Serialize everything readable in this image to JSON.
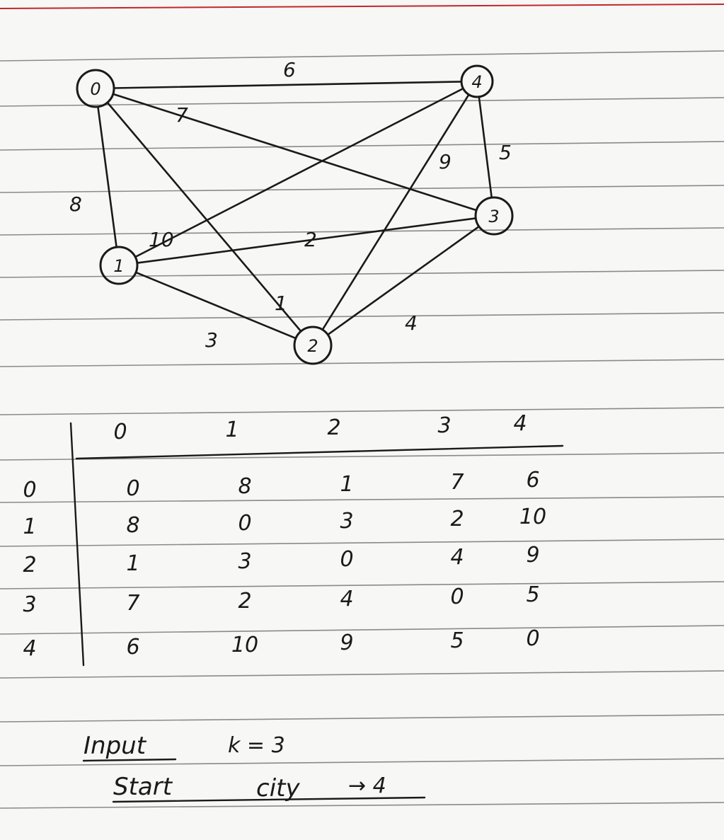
{
  "graph": {
    "nodes": [
      {
        "id": "0",
        "label": "0"
      },
      {
        "id": "1",
        "label": "1"
      },
      {
        "id": "2",
        "label": "2"
      },
      {
        "id": "3",
        "label": "3"
      },
      {
        "id": "4",
        "label": "4"
      }
    ],
    "edges": [
      {
        "from": "0",
        "to": "4",
        "weight": "6"
      },
      {
        "from": "0",
        "to": "3",
        "weight": "7"
      },
      {
        "from": "0",
        "to": "1",
        "weight": "8"
      },
      {
        "from": "0",
        "to": "2",
        "weight": "1"
      },
      {
        "from": "1",
        "to": "4",
        "weight": "10"
      },
      {
        "from": "1",
        "to": "3",
        "weight": "2"
      },
      {
        "from": "1",
        "to": "2",
        "weight": "3"
      },
      {
        "from": "2",
        "to": "4",
        "weight": "9"
      },
      {
        "from": "2",
        "to": "3",
        "weight": "4"
      },
      {
        "from": "4",
        "to": "3",
        "weight": "5"
      }
    ]
  },
  "matrix": {
    "col_headers": [
      "0",
      "1",
      "2",
      "3",
      "4"
    ],
    "row_headers": [
      "0",
      "1",
      "2",
      "3",
      "4"
    ],
    "rows": [
      [
        "0",
        "8",
        "1",
        "7",
        "6"
      ],
      [
        "8",
        "0",
        "3",
        "2",
        "10"
      ],
      [
        "1",
        "3",
        "0",
        "4",
        "9"
      ],
      [
        "7",
        "2",
        "4",
        "0",
        "5"
      ],
      [
        "6",
        "10",
        "9",
        "5",
        "0"
      ]
    ]
  },
  "notes": {
    "input_label": "Input",
    "k_value": "k = 3",
    "start_label": "Start",
    "city_label": "city",
    "start_value": "→ 4"
  },
  "colors": {
    "ink": "#1a1a1a",
    "rule_lines": "#8a8a8a",
    "margin_line": "#c2272d",
    "paper": "#f7f7f5"
  }
}
